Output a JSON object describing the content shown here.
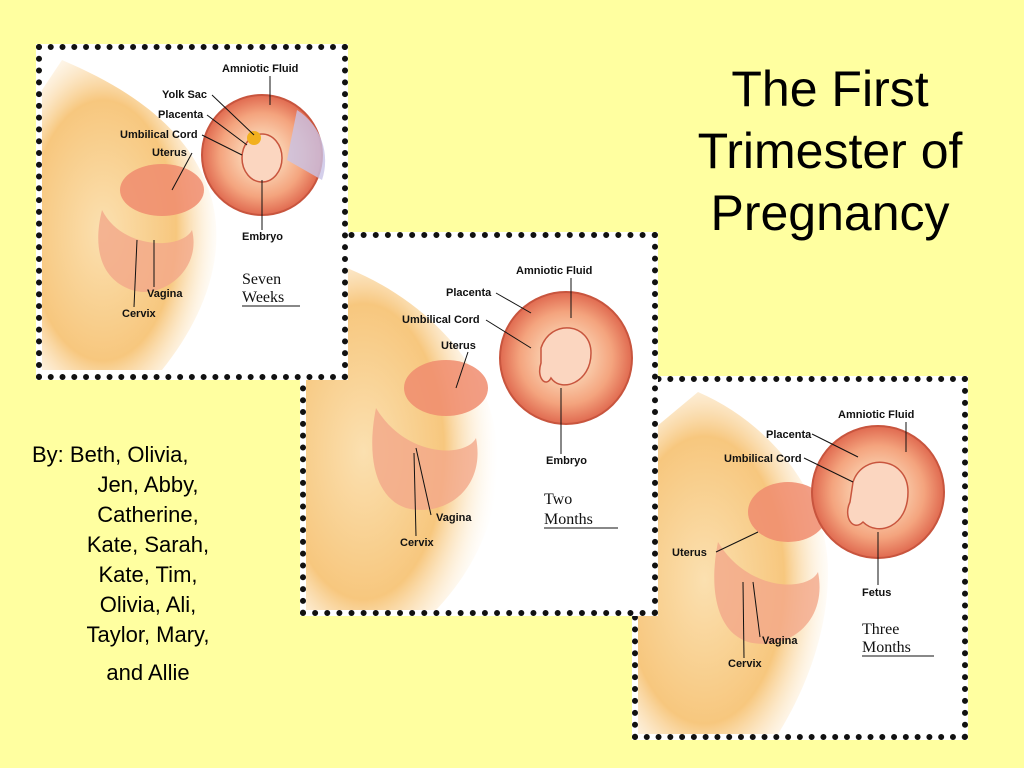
{
  "title": "The First Trimester of Pregnancy",
  "title_lines": [
    "The First",
    "Trimester of",
    "Pregnancy"
  ],
  "authors": {
    "lines": [
      "By: Beth, Olivia,",
      "Jen, Abby,",
      "Catherine,",
      "Kate, Sarah,",
      "Kate, Tim,",
      "Olivia, Ali,",
      "Taylor, Mary,",
      "and Allie"
    ]
  },
  "panels": [
    {
      "caption": [
        "Seven",
        "Weeks"
      ],
      "labels": {
        "amniotic_fluid": "Amniotic Fluid",
        "yolk_sac": "Yolk Sac",
        "placenta": "Placenta",
        "umbilical_cord": "Umbilical Cord",
        "uterus": "Uterus",
        "embryo": "Embryo",
        "vagina": "Vagina",
        "cervix": "Cervix"
      }
    },
    {
      "caption": [
        "Two",
        "Months"
      ],
      "labels": {
        "amniotic_fluid": "Amniotic Fluid",
        "placenta": "Placenta",
        "umbilical_cord": "Umbilical Cord",
        "uterus": "Uterus",
        "embryo": "Embryo",
        "vagina": "Vagina",
        "cervix": "Cervix"
      }
    },
    {
      "caption": [
        "Three",
        "Months"
      ],
      "labels": {
        "amniotic_fluid": "Amniotic Fluid",
        "placenta": "Placenta",
        "umbilical_cord": "Umbilical Cord",
        "uterus": "Uterus",
        "fetus": "Fetus",
        "vagina": "Vagina",
        "cervix": "Cervix"
      }
    }
  ],
  "colors": {
    "background": "#FFFFA0",
    "panel_border": "#111111",
    "skin": "#F7C77E",
    "tissue": "#E8765A",
    "amniotic": "#FFF1C8"
  }
}
